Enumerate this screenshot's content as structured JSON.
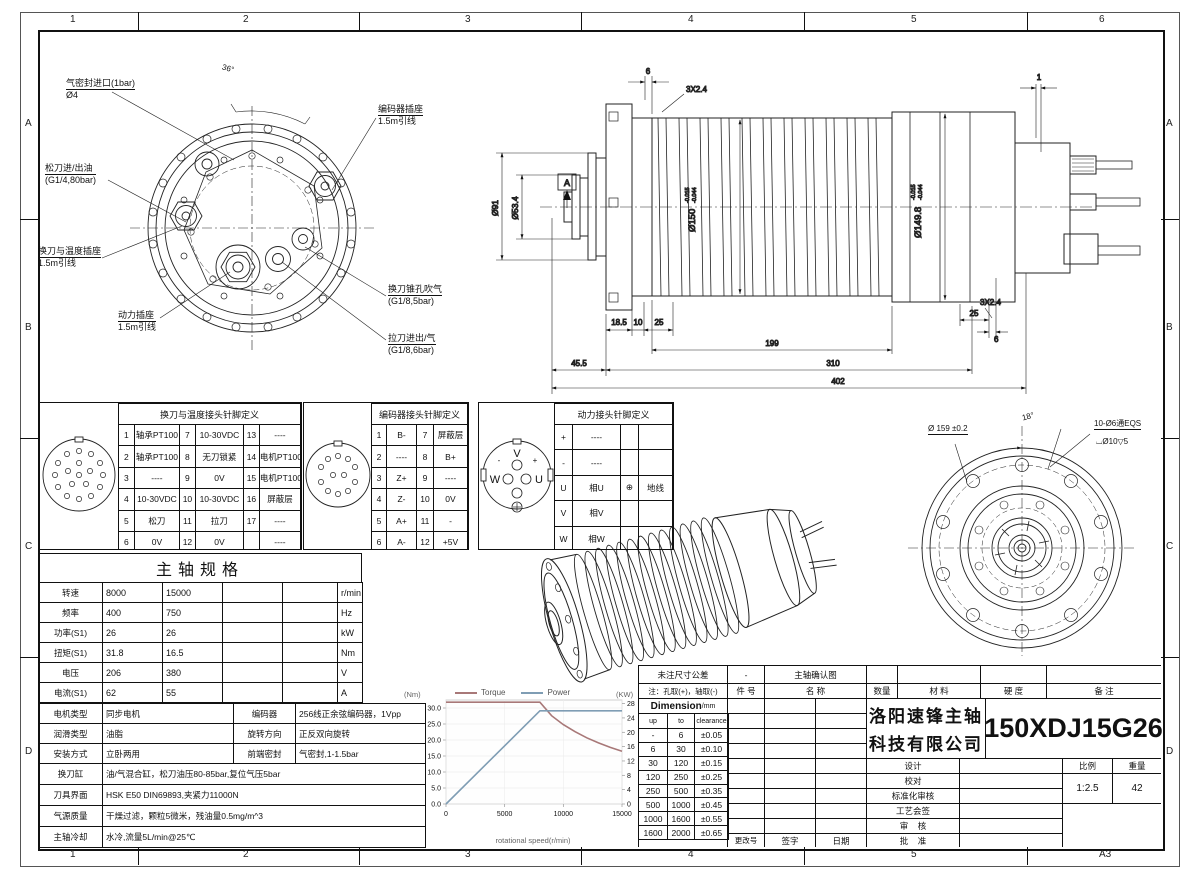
{
  "border": {
    "top": [
      "1",
      "2",
      "3",
      "4",
      "5",
      "6"
    ],
    "bottom": [
      "1",
      "2",
      "3",
      "4",
      "5",
      "A3"
    ],
    "left": [
      "A",
      "B",
      "C",
      "D"
    ],
    "right": [
      "A",
      "B",
      "C",
      "D"
    ]
  },
  "front_view": {
    "labels": {
      "seal1": "气密封进口(1bar)",
      "seal2": "Ø4",
      "relief1": "松刀进/出油",
      "relief2": "(G1/4,80bar)",
      "encoder1": "编码器插座",
      "encoder2": "1.5m引线",
      "temp1": "换刀与温度插座",
      "temp2": "1.5m引线",
      "power1": "动力插座",
      "power2": "1.5m引线",
      "blow1": "换刀锥孔吹气",
      "blow2": "(G1/8,5bar)",
      "drawbar1": "拉刀进出/气",
      "drawbar2": "(G1/8,6bar)",
      "angle": "36°"
    }
  },
  "section_view": {
    "dims": {
      "top_gap": "6",
      "top_rib": "3X2.4",
      "rear_step": "1",
      "d91": "Ø91",
      "d534": "Ø53.4",
      "d150": "Ø150",
      "d150_up": "-0.015",
      "d150_low": "-0.044",
      "d1498": "Ø149.8",
      "d1498_up": "-0.015",
      "d1498_low": "-0.044",
      "l185": "18.5",
      "l10": "10",
      "l25f": "25",
      "l199": "199",
      "l25r": "25",
      "rib_r": "3X2.4",
      "l6r": "6",
      "l455": "45.5",
      "l310": "310",
      "l402": "402",
      "datum": "A"
    }
  },
  "rear_view": {
    "dims": {
      "bolt_circle": "Ø 159 ±0.2",
      "angle": "18°",
      "holes": "10-Ø6通EQS",
      "cbore": "⌴Ø10▽5"
    }
  },
  "pin_table_temp": {
    "title": "换刀与温度接头针脚定义",
    "rows": [
      [
        "1",
        "轴承PT100",
        "7",
        "10-30VDC",
        "13",
        "----"
      ],
      [
        "2",
        "轴承PT100",
        "8",
        "无刀锁紧",
        "14",
        "电机PT1000"
      ],
      [
        "3",
        "----",
        "9",
        "0V",
        "15",
        "电机PT1000"
      ],
      [
        "4",
        "10-30VDC",
        "10",
        "10-30VDC",
        "16",
        "屏蔽层"
      ],
      [
        "5",
        "松刀",
        "11",
        "拉刀",
        "17",
        "----"
      ],
      [
        "6",
        "0V",
        "12",
        "0V",
        "",
        "----"
      ]
    ]
  },
  "pin_table_encoder": {
    "title": "编码器接头针脚定义",
    "rows": [
      [
        "1",
        "B-",
        "7",
        "屏蔽层"
      ],
      [
        "2",
        "----",
        "8",
        "B+"
      ],
      [
        "3",
        "Z+",
        "9",
        "----"
      ],
      [
        "4",
        "Z-",
        "10",
        "0V"
      ],
      [
        "5",
        "A+",
        "11",
        "-"
      ],
      [
        "6",
        "A-",
        "12",
        "+5V"
      ]
    ]
  },
  "pin_table_power": {
    "title": "动力接头针脚定义",
    "rows": [
      [
        "+",
        "----",
        "",
        ""
      ],
      [
        "-",
        "----",
        "",
        ""
      ],
      [
        "U",
        "相U",
        "⊕",
        "地线"
      ],
      [
        "V",
        "相V",
        "",
        ""
      ],
      [
        "W",
        "相W",
        "",
        ""
      ]
    ],
    "connector": {
      "v": "V",
      "w": "W",
      "u": "U",
      "plus": "+",
      "minus": "-",
      "gnd": "⊕"
    }
  },
  "spec": {
    "title": "主轴规格",
    "numeric_rows": [
      [
        "转速",
        "8000",
        "15000",
        "",
        "",
        "r/min"
      ],
      [
        "频率",
        "400",
        "750",
        "",
        "",
        "Hz"
      ],
      [
        "功率(S1)",
        "26",
        "26",
        "",
        "",
        "kW"
      ],
      [
        "扭矩(S1)",
        "31.8",
        "16.5",
        "",
        "",
        "Nm"
      ],
      [
        "电压",
        "206",
        "380",
        "",
        "",
        "V"
      ],
      [
        "电流(S1)",
        "62",
        "55",
        "",
        "",
        "A"
      ]
    ],
    "info_rows": [
      [
        "电机类型",
        "同步电机",
        "编码器",
        "256线正余弦编码器，1Vpp"
      ],
      [
        "润滑类型",
        "油脂",
        "旋转方向",
        "正反双向旋转"
      ],
      [
        "安装方式",
        "立卧两用",
        "前端密封",
        "气密封,1-1.5bar"
      ]
    ],
    "full_rows": [
      [
        "换刀缸",
        "油/气混合缸，松刀油压80-85bar,复位气压5bar"
      ],
      [
        "刀具界面",
        "HSK E50 DIN69893,夹紧力11000N"
      ],
      [
        "气源质量",
        "干燥过滤，颗粒5微米，残油量0.5mg/m^3"
      ],
      [
        "主轴冷却",
        "水冷,流量5L/min@25℃"
      ]
    ]
  },
  "title_block": {
    "tol_title": "未注尺寸公差",
    "dash": "-",
    "confirm": "主轴确认图",
    "note": "注：孔取(+)，轴取(-)",
    "col_item_no": "件  号",
    "col_name": "名  称",
    "col_qty": "数量",
    "col_material": "材  料",
    "col_hardness": "硬  度",
    "col_remark": "备  注",
    "dimension": "Dimension",
    "dimension_unit": "/mm",
    "tol_cols": [
      "up",
      "to",
      "clearance"
    ],
    "tol_rows": [
      [
        "-",
        "6",
        "±0.05"
      ],
      [
        "6",
        "30",
        "±0.10"
      ],
      [
        "30",
        "120",
        "±0.15"
      ],
      [
        "120",
        "250",
        "±0.25"
      ],
      [
        "250",
        "500",
        "±0.35"
      ],
      [
        "500",
        "1000",
        "±0.45"
      ],
      [
        "1000",
        "1600",
        "±0.55"
      ],
      [
        "1600",
        "2000",
        "±0.65"
      ]
    ],
    "company1": "洛阳速锋主轴",
    "company2": "科技有限公司",
    "part_no": "150XDJ15G26",
    "sign_design": "设计",
    "sign_check": "校对",
    "sign_std": "标准化审核",
    "sign_process": "工艺会签",
    "sign_review": "审    核",
    "sign_approve": "批    准",
    "change_no": "更改号",
    "signature": "签字",
    "date": "日期",
    "scale_label": "比例",
    "scale_value": "1:2.5",
    "weight_label": "重量",
    "weight_value": "42",
    "sheet": "A3"
  },
  "chart_data": {
    "type": "line",
    "xlabel": "rotational speed(r/min)",
    "y_left_label": "(Nm)",
    "y_right_label": "(KW)",
    "x_range": [
      0,
      15000
    ],
    "y_left_range": [
      0,
      32.5
    ],
    "y_right_range": [
      0,
      29
    ],
    "x_ticks": [
      0,
      5000,
      10000,
      15000
    ],
    "y_left_ticks": [
      "0.0",
      "5.0",
      "10.0",
      "15.0",
      "20.0",
      "25.0",
      "30.0"
    ],
    "y_right_ticks": [
      0,
      4,
      8,
      12,
      16,
      20,
      24,
      28
    ],
    "grid": true,
    "legend_position": "top",
    "series": [
      {
        "name": "Torque",
        "axis": "left",
        "color": "#a87878",
        "x": [
          0,
          8000,
          9000,
          10000,
          11000,
          12000,
          13000,
          14000,
          15000
        ],
        "y": [
          31.8,
          31.8,
          27.6,
          24.8,
          22.6,
          20.7,
          19.1,
          17.7,
          16.5
        ]
      },
      {
        "name": "Power",
        "axis": "right",
        "color": "#7f9db4",
        "x": [
          0,
          8000,
          15000
        ],
        "y": [
          0,
          26,
          26
        ]
      }
    ]
  }
}
